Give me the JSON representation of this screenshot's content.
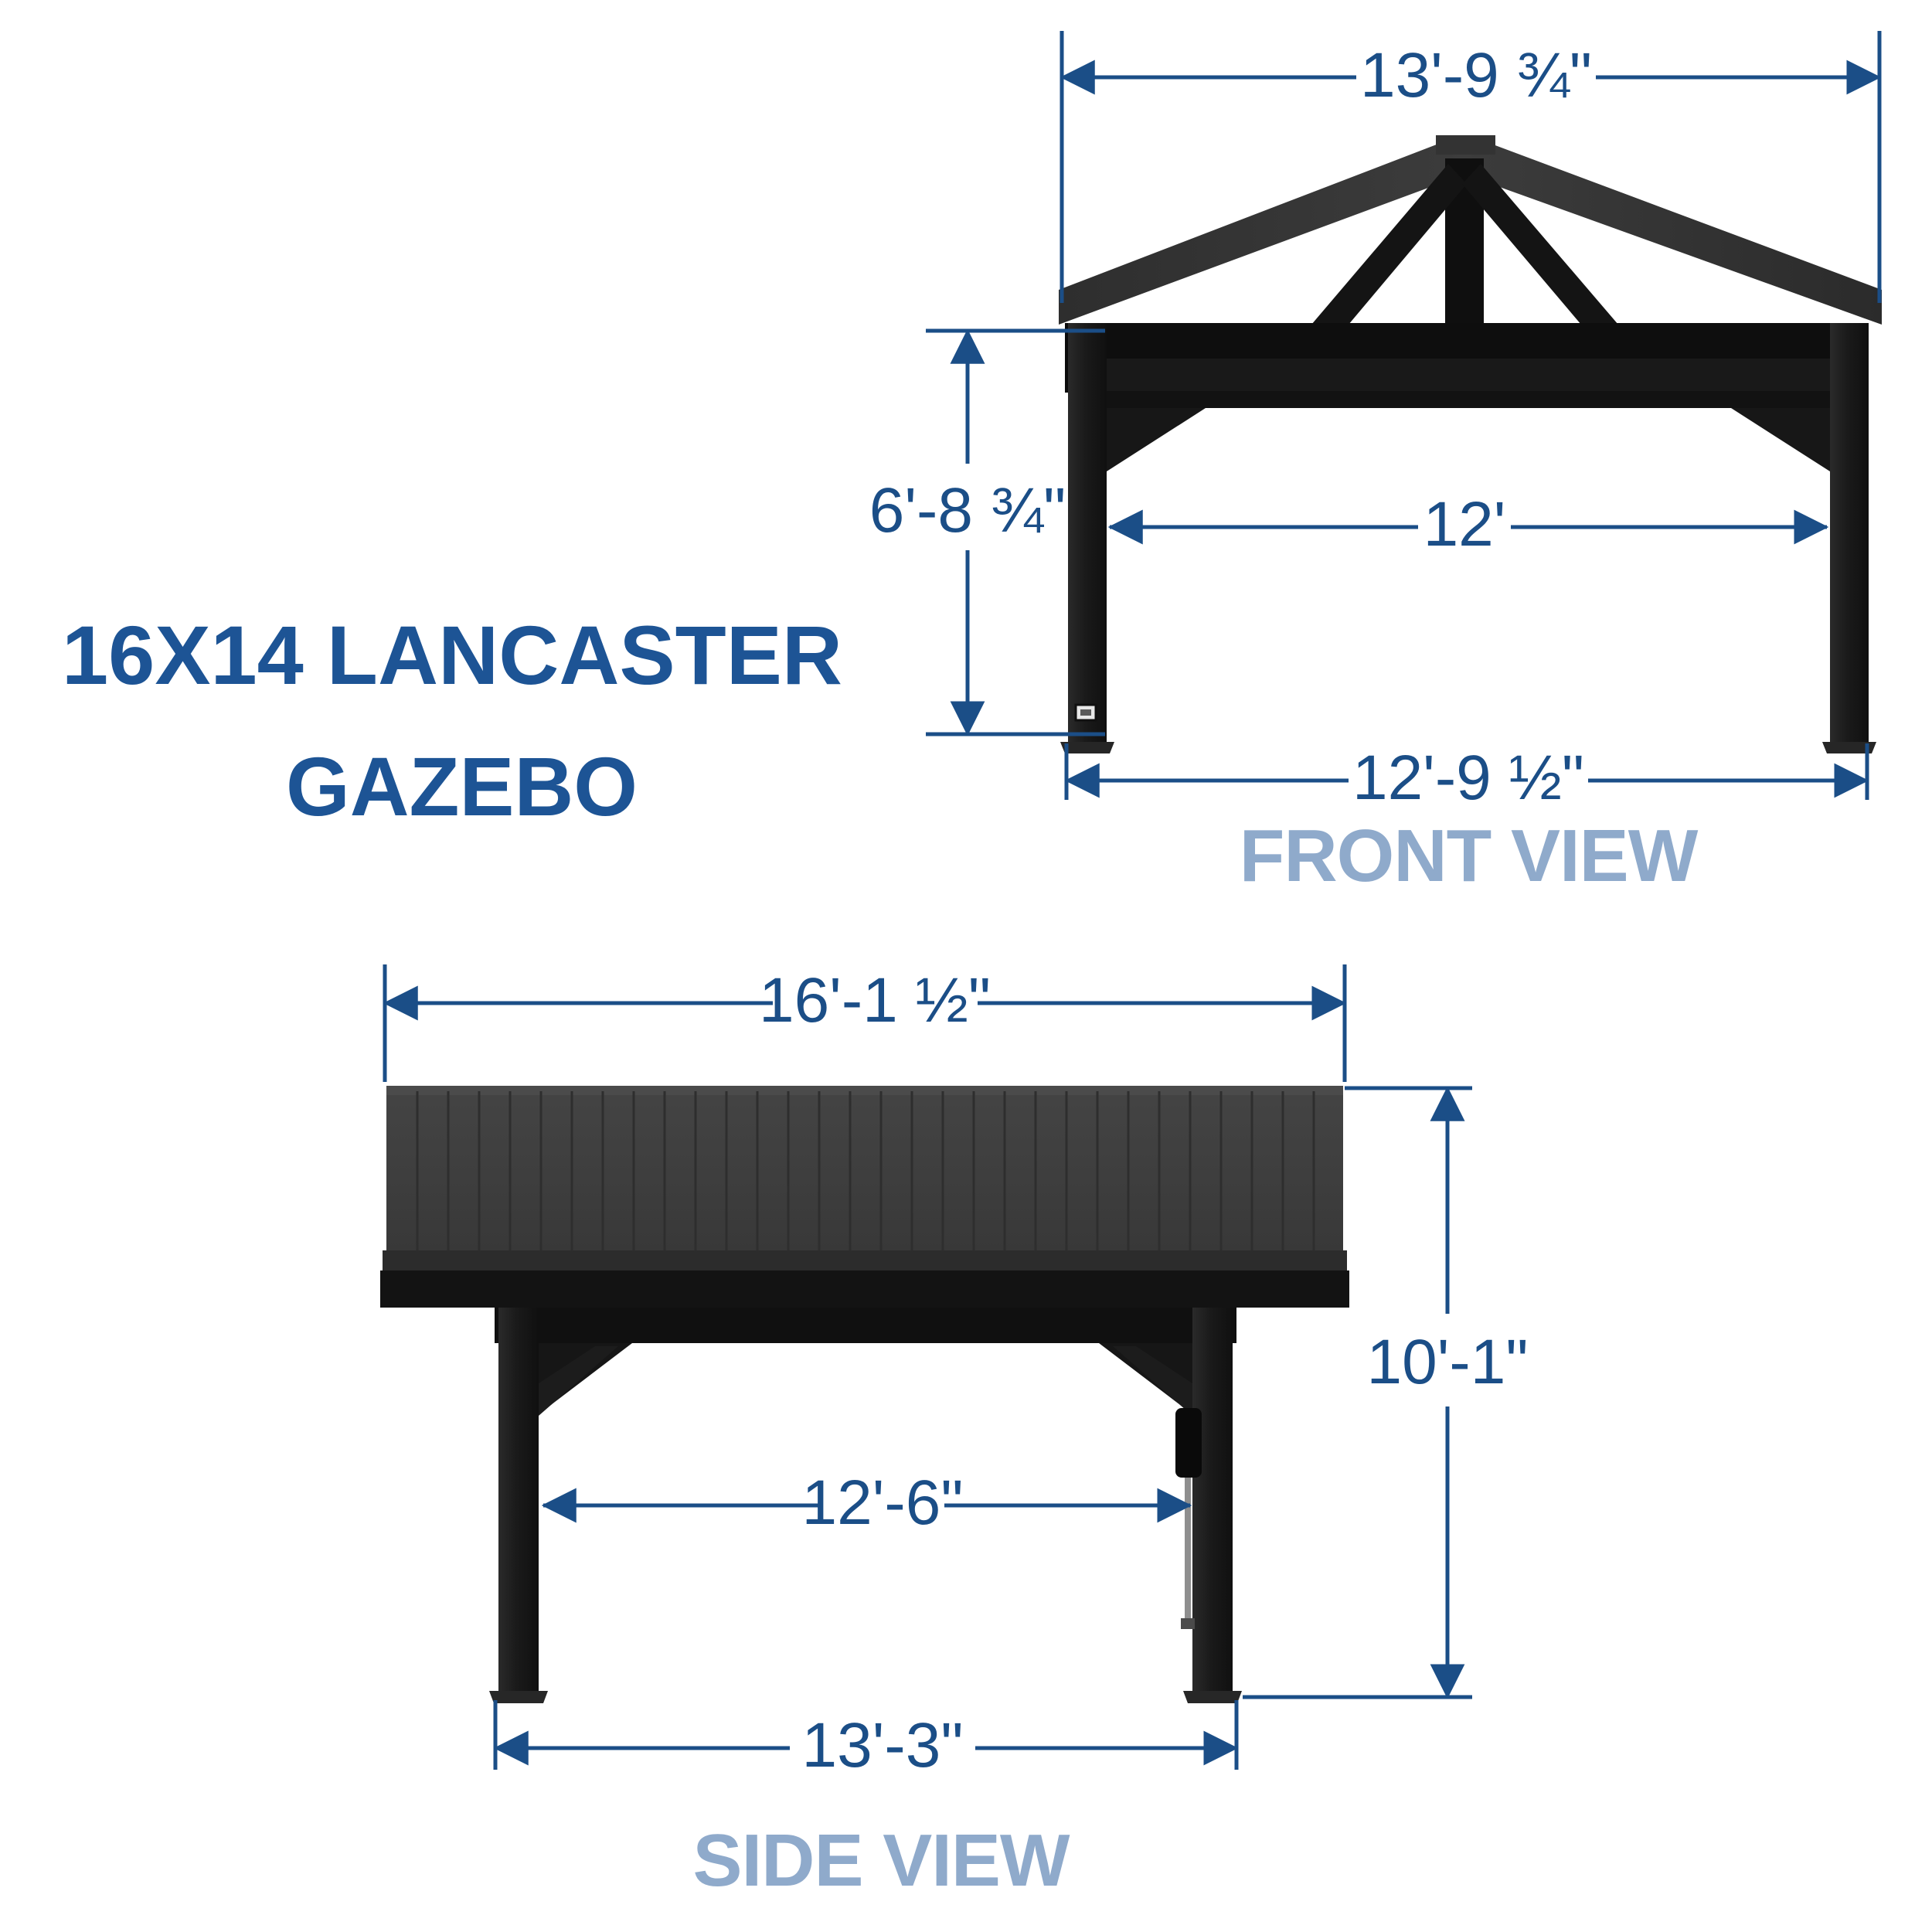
{
  "meta": {
    "title_line1": "16X14 LANCASTER",
    "title_line2": "GAZEBO",
    "title_color": "#1D5495",
    "dimension_color": "#1B4E87",
    "view_label_color": "#8FAACB",
    "structure_color": "#1A1A1A",
    "roof_panel_color": "#3E3E3E",
    "background_color": "#FFFFFF"
  },
  "front_view": {
    "label": "FRONT VIEW",
    "dimensions": {
      "roof_width": "13'-9 ¾\"",
      "post_height": "6'-8 ¾\"",
      "inner_span": "12'",
      "outer_span": "12'-9 ½\""
    }
  },
  "side_view": {
    "label": "SIDE VIEW",
    "dimensions": {
      "roof_length": "16'-1 ½\"",
      "overall_height": "10'-1\"",
      "inner_span": "12'-6\"",
      "outer_span": "13'-3\""
    }
  },
  "chart_data": {
    "type": "table",
    "title": "16X14 LANCASTER GAZEBO",
    "categories": [
      "FRONT VIEW roof width",
      "FRONT VIEW post height",
      "FRONT VIEW inner span",
      "FRONT VIEW outer span",
      "SIDE VIEW roof length",
      "SIDE VIEW overall height",
      "SIDE VIEW inner span",
      "SIDE VIEW outer span"
    ],
    "values": [
      "13'-9 ¾\"",
      "6'-8 ¾\"",
      "12'",
      "12'-9 ½\"",
      "16'-1 ½\"",
      "10'-1\"",
      "12'-6\"",
      "13'-3\""
    ]
  }
}
